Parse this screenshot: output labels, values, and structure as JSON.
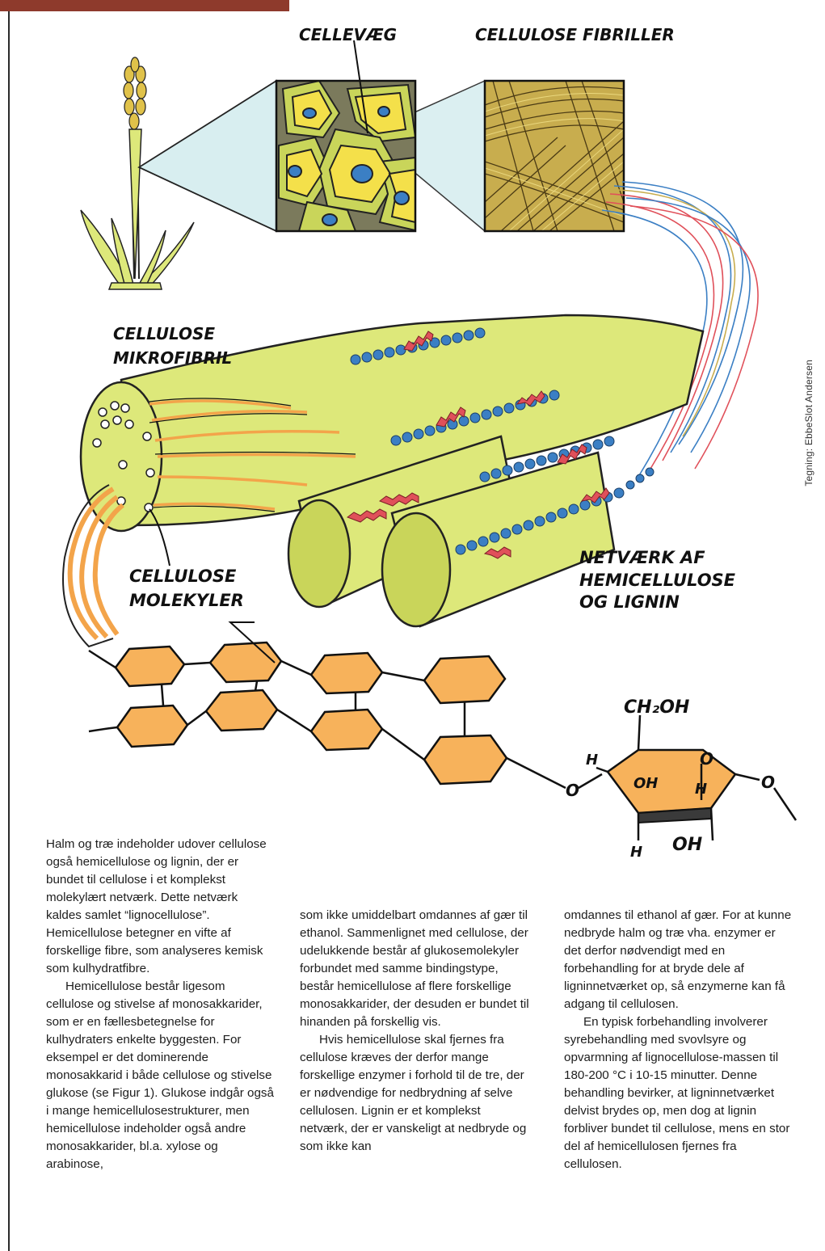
{
  "labels": {
    "cellevaeg": "CELLEVÆG",
    "fibriller": "CELLULOSE FIBRILLER",
    "mikrofibril_1": "CELLULOSE",
    "mikrofibril_2": "MIKROFIBRIL",
    "molekyler_1": "CELLULOSE",
    "molekyler_2": "MOLEKYLER",
    "netvaerk_1": "NETVÆRK AF",
    "netvaerk_2": "HEMICELLULOSE",
    "netvaerk_3": "OG LIGNIN",
    "ch2oh": "CH₂OH",
    "oh_top": "OH",
    "oh_bottom": "OH",
    "h_left": "H",
    "h_mid": "H",
    "h_bottom": "H",
    "o_ring": "O",
    "o_left": "O",
    "o_right": "O"
  },
  "credit": "Tegning: EbbeSlot Andersen",
  "article": {
    "col1": [
      "Halm og træ indeholder udover cellulose også hemicellulose og lignin, der er bundet til cellulose i et komplekst molekylært netværk. Dette netværk kaldes samlet “lignocellulose”. Hemicellulose betegner en vifte af forskellige fibre, som analyseres kemisk som kulhydratfibre.",
      "Hemicellulose består ligesom cellulose og stivelse af monosakkarider, som er en fællesbetegnelse for kulhydraters enkelte byggesten. For eksempel er det dominerende monosakkarid i både cellulose og stivelse glukose (se Figur 1). Glukose indgår også i mange hemicellulosestrukturer, men hemicellulose indeholder også andre monosakkarider, bl.a. xylose og arabinose,"
    ],
    "col2": [
      "som ikke umiddelbart omdannes af gær til ethanol. Sammenlignet med cellulose, der udelukkende består af glukosemolekyler forbundet med samme bindingstype, består hemicellulose af flere forskellige monosakkarider, der desuden er bundet til hinanden på forskellig vis.",
      "Hvis hemicellulose skal fjernes fra cellulose kræves der derfor mange forskellige enzymer i forhold til de tre, der er nødvendige for nedbrydning af selve cellulosen. Lignin er et komplekst netværk, der er vanskeligt at nedbryde og som ikke kan"
    ],
    "col3": [
      "omdannes til ethanol af gær. For at kunne nedbryde halm og træ vha. enzymer er det derfor nødvendigt med en forbehandling for at bryde dele af ligninnetværket op, så enzymerne kan få adgang til cellulosen.",
      "En typisk forbehandling involverer syrebehandling med svovlsyre og opvarmning af lignocellulose-massen til 180-200 °C i 10-15 minutter. Denne behandling bevirker, at ligninnetværket delvist brydes op, men dog at lignin forbliver bundet til cellulose, mens en stor del af hemicellulosen fjernes fra cellulosen."
    ]
  },
  "colors": {
    "banner": "#8e3a2c",
    "yellow_green": "#dde87a",
    "orange": "#f7b25b",
    "blue": "#3b7fc4",
    "red": "#e0505a",
    "cell_gray": "#7b7a5c"
  }
}
